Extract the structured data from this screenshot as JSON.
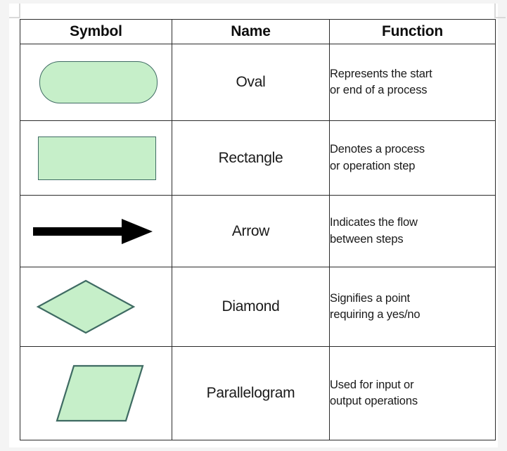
{
  "document": {
    "type": "flowchart-symbol-reference-table"
  },
  "table": {
    "headers": [
      "Symbol",
      "Name",
      "Function"
    ],
    "rows": [
      {
        "symbol": "oval-shape",
        "name": "Oval",
        "function_line1": "Represents the start",
        "function_line2": "or end of a process"
      },
      {
        "symbol": "rectangle-shape",
        "name": "Rectangle",
        "function_line1": "Denotes a process",
        "function_line2": "or operation step"
      },
      {
        "symbol": "arrow-shape",
        "name": "Arrow",
        "function_line1": "Indicates the flow",
        "function_line2": "between steps"
      },
      {
        "symbol": "diamond-shape",
        "name": "Diamond",
        "function_line1": "Signifies a point",
        "function_line2": "requiring a yes/no"
      },
      {
        "symbol": "parallelogram-shape",
        "name": "Parallelogram",
        "function_line1": "Used for input or",
        "function_line2": "output operations"
      }
    ]
  },
  "colors": {
    "shape_fill": "#c6efc9",
    "shape_stroke": "#3f6b63",
    "arrow_fill": "#000000",
    "table_border": "#2b2b2b",
    "page_background": "#f4f4f4",
    "sheet_background": "#ffffff"
  }
}
